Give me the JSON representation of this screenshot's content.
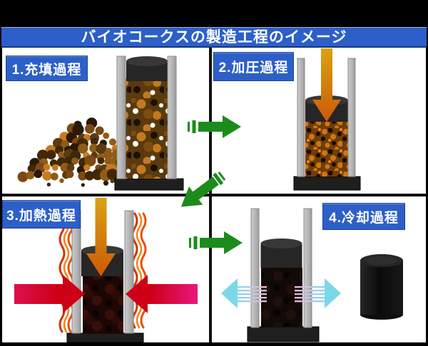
{
  "title": "バイオコークスの製造工程のイメージ",
  "steps": [
    {
      "label": "1.充填過程"
    },
    {
      "label": "2.加圧過程"
    },
    {
      "label": "3.加熱過程"
    },
    {
      "label": "4.冷却過程"
    }
  ],
  "colors": {
    "title_bar_blue": "#2c5fc8",
    "step_label_blue": "#2c5fc8",
    "step_label_border": "#1a449c",
    "process_arrow_green": "#1b8c1b",
    "press_arrow_gold": "#d9a312",
    "press_arrow_orange": "#cc5a06",
    "heat_arrow_red": "#cd0016",
    "heat_arrow_magenta": "#e8187c",
    "heat_coil_orange": "#e85108",
    "heat_coil_red": "#d23403",
    "heat_coil_light": "#f08616",
    "cool_arrow_cyan": "#7cd8e9",
    "cool_ray_pink": "#f3b7d9",
    "mold_wall_gray": "#b5b5b5",
    "mold_base_black": "#1f1f1f",
    "piston_black": "#262626",
    "biomass_fill_brown": "#5a3a0e",
    "compressed_fill_brown": "#6e3d0a",
    "heated_fill_dark": "#1d0705",
    "cooled_fill_dark": "#120a06",
    "coke_product_black": "#141414",
    "divider_black": "#111111",
    "frame_black": "#000000",
    "canvas_white": "#ffffff"
  }
}
